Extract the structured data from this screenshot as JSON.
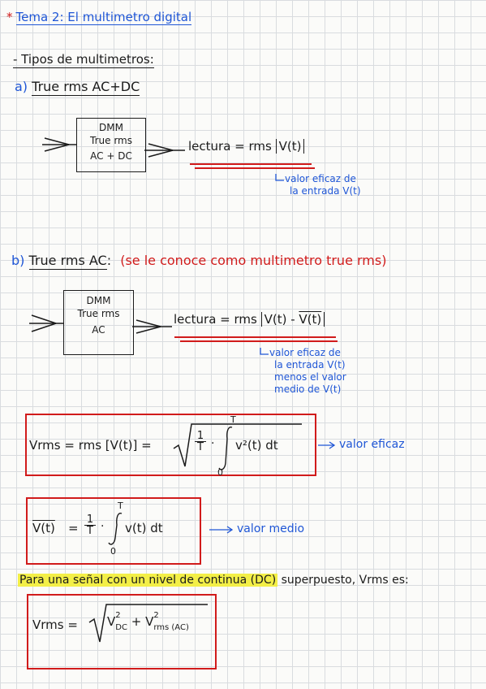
{
  "title": {
    "marker": "*",
    "text": "Tema 2: El multimetro digital"
  },
  "subheading": "- Tipos de multimetros:",
  "section_a": {
    "prefix": "a)",
    "heading": "True rms AC+DC"
  },
  "section_b": {
    "prefix": "b)",
    "heading": "True rms AC",
    "colon": ":",
    "note": "(se le conoce como multimetro true rms)"
  },
  "dmm_a": {
    "line1": "DMM",
    "line2": "True rms",
    "line3": "AC + DC"
  },
  "dmm_b": {
    "line1": "DMM",
    "line2": "True rms",
    "line3": "AC"
  },
  "reading_a": {
    "label": "lectura",
    "eq": " = rms",
    "arg": "V(t)"
  },
  "reading_b": {
    "label": "lectura",
    "eq": " = rms",
    "arg1": "V(t)",
    "minus": " - ",
    "arg2": "V(t)"
  },
  "note_a": {
    "line1": "valor eficaz de",
    "line2": "la entrada V(t)"
  },
  "note_b": {
    "line1": "valor eficaz de",
    "line2": "la entrada V(t)",
    "line3": "menos el valor",
    "line4": "medio de V(t)"
  },
  "formula_rms": {
    "lhs": "Vrms = rms [V(t)] =",
    "frac_num": "1",
    "frac_den": "T",
    "dot": "·",
    "upper": "T",
    "lower": "0",
    "integrand": "v²(t) dt",
    "label": "valor eficaz"
  },
  "formula_mean": {
    "lhs": "V(t)",
    "eq": "=",
    "frac_num": "1",
    "frac_den": "T",
    "dot": "·",
    "upper": "T",
    "lower": "0",
    "integrand": "v(t) dt",
    "label": "valor medio"
  },
  "highlight_text": {
    "part1": "Para una señal con un nivel de continua (DC)",
    "part2": " superpuesto, Vrms es:"
  },
  "formula_total": {
    "lhs": "Vrms =",
    "t1": "V",
    "t1_sup": "2",
    "t1_sub": "DC",
    "plus": " + ",
    "t2": "V",
    "t2_sup": "2",
    "t2_sub": "rms (AC)"
  },
  "colors": {
    "blue": "#1f56d6",
    "red": "#d11b1b",
    "highlight": "#f3ef47",
    "ink": "#1b1b1b"
  }
}
